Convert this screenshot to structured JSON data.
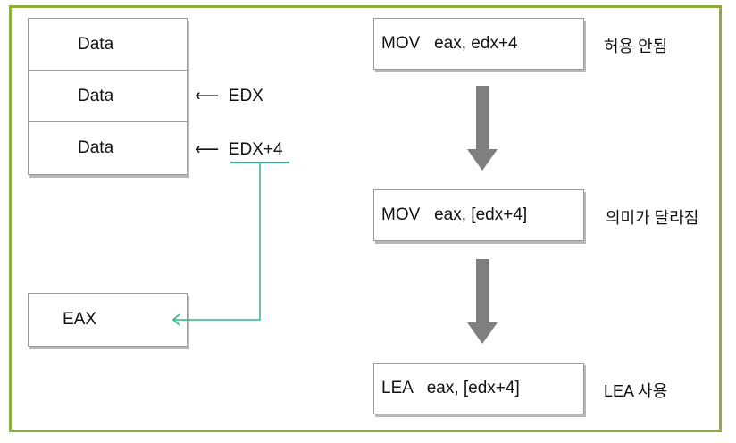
{
  "memory": {
    "rows": [
      "Data",
      "Data",
      "Data"
    ],
    "register": "EAX"
  },
  "pointers": {
    "edx": "⟵  EDX",
    "edx4": "⟵  EDX+4"
  },
  "steps": [
    {
      "instruction": "MOV   eax, edx+4",
      "note": "허용 안됨"
    },
    {
      "instruction": "MOV   eax, [edx+4]",
      "note": "의미가 달라짐"
    },
    {
      "instruction": "LEA   eax, [edx+4]",
      "note": "LEA 사용"
    }
  ],
  "colors": {
    "frame": "#8dad3f",
    "connector": "#2bb58a",
    "flow_arrow": "#7f7f7f"
  }
}
